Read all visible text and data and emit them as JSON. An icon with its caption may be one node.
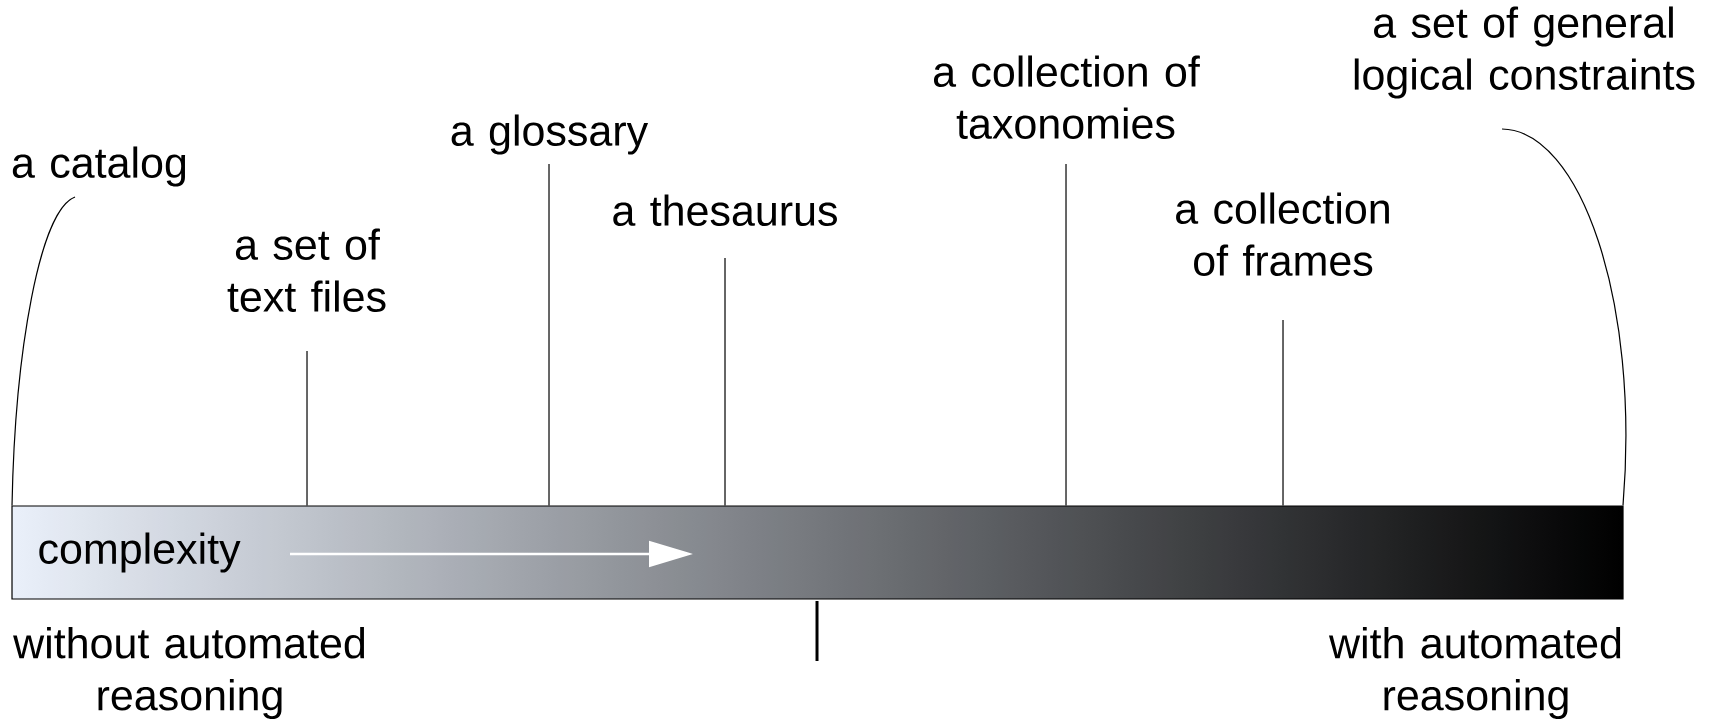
{
  "diagram": {
    "nodes": [
      {
        "text": [
          "a catalog"
        ]
      },
      {
        "text": [
          "a set of text files"
        ]
      },
      {
        "text": [
          "a glossary"
        ]
      },
      {
        "text": [
          "a thesaurus"
        ]
      },
      {
        "text": [
          "a collection of taxonomies"
        ]
      },
      {
        "text": [
          "a collection of frames"
        ]
      },
      {
        "text": [
          "a set of general logical constraints"
        ]
      },
      {
        "text": [
          "complexity"
        ]
      }
    ],
    "edges": [
      {
        "from": 0,
        "to": 7,
        "arrow": "none"
      },
      {
        "from": 1,
        "to": 7,
        "arrow": "none"
      },
      {
        "from": 2,
        "to": 7,
        "arrow": "none"
      },
      {
        "from": 3,
        "to": 7,
        "arrow": "none"
      },
      {
        "from": 4,
        "to": 7,
        "arrow": "none"
      },
      {
        "from": 5,
        "to": 7,
        "arrow": "none"
      },
      {
        "from": 6,
        "to": 7,
        "arrow": "none"
      }
    ],
    "labels": [
      "without automated reasoning",
      "with automated reasoning"
    ]
  }
}
